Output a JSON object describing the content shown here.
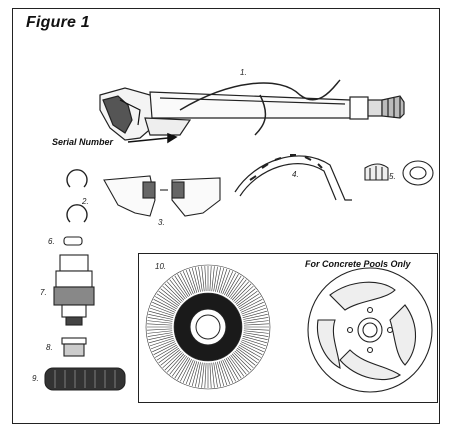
{
  "figure": {
    "title": "Figure 1"
  },
  "serial_label": "Serial Number",
  "concrete_note": "For Concrete Pools Only",
  "parts": [
    {
      "number": "1."
    },
    {
      "number": "2."
    },
    {
      "number": "3."
    },
    {
      "number": "4."
    },
    {
      "number": "5."
    },
    {
      "number": "6."
    },
    {
      "number": "7."
    },
    {
      "number": "8."
    },
    {
      "number": "9."
    },
    {
      "number": "10."
    }
  ]
}
